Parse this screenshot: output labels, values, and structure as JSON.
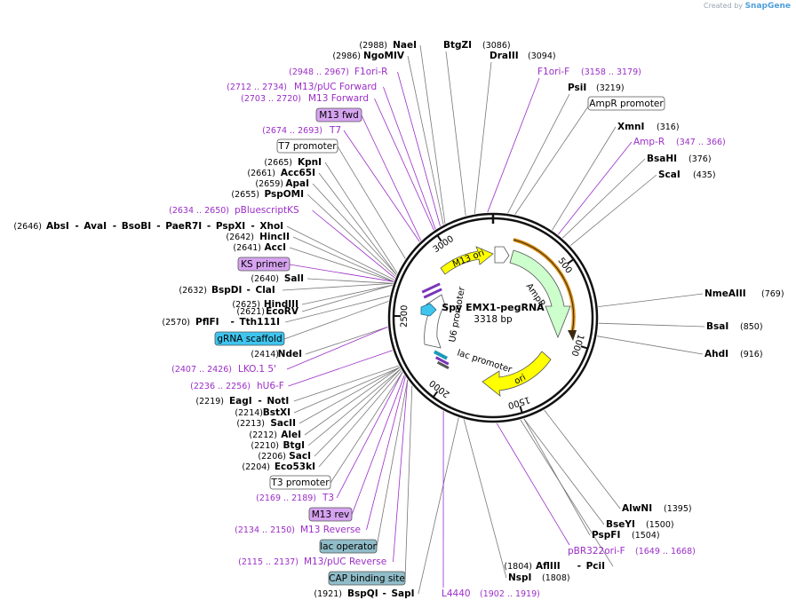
{
  "brand": {
    "prefix": "Created by",
    "name": "SnapGene"
  },
  "plasmid": {
    "name": "Spy EMX1-pegRNA",
    "length": "3318 bp"
  },
  "ticks": [
    {
      "label": "500",
      "angle": 54
    },
    {
      "label": "1000",
      "angle": 108
    },
    {
      "label": "1500",
      "angle": 163
    },
    {
      "label": "2000",
      "angle": 217
    },
    {
      "label": "2500",
      "angle": 271
    },
    {
      "label": "3000",
      "angle": 326
    }
  ],
  "features_on_map": {
    "m13_ori": "M13 ori",
    "ampr": "AmpR",
    "ori": "ori",
    "u6": "U6 promoter",
    "lac": "lac promoter"
  },
  "left_labels": [
    {
      "pos": "(2988)",
      "name": "NaeI",
      "sep": ""
    },
    {
      "pos": "(2986)",
      "name": "NgoMIV"
    },
    {
      "pos": "(2665)",
      "name": "KpnI"
    },
    {
      "pos": "(2661)",
      "name": "Acc65I"
    },
    {
      "pos": "(2659)",
      "name": "ApaI"
    },
    {
      "pos": "(2655)",
      "name": "PspOMI"
    },
    {
      "pos": "(2642)",
      "name": "HincII"
    },
    {
      "pos": "(2641)",
      "name": "AccI"
    },
    {
      "pos": "(2640)",
      "name": "SalI"
    },
    {
      "pos": "(2625)",
      "name": "HindIII"
    },
    {
      "pos": "(2621)",
      "name": "EcoRV"
    },
    {
      "pos": "(2414)",
      "name": "NdeI"
    },
    {
      "pos": "(2214)",
      "name": "BstXI"
    },
    {
      "pos": "(2213)",
      "name": "SacII"
    },
    {
      "pos": "(2212)",
      "name": "AleI"
    },
    {
      "pos": "(2210)",
      "name": "BtgI"
    },
    {
      "pos": "(2206)",
      "name": "SacI"
    },
    {
      "pos": "(2204)",
      "name": "Eco53kI"
    }
  ],
  "multi_sites": {
    "row_2646": {
      "pos": "(2646)",
      "names": [
        "AbsI",
        "AvaI",
        "BsoBI",
        "PaeR7I",
        "PspXI",
        "XhoI"
      ]
    },
    "row_2632": {
      "pos": "(2632)",
      "names": [
        "BspDI",
        "ClaI"
      ]
    },
    "row_2570": {
      "pos": "(2570)",
      "names": [
        "PflFI",
        "Tth111I"
      ]
    },
    "row_2219": {
      "pos": "(2219)",
      "names": [
        "EagI",
        "NotI"
      ]
    },
    "row_1921": {
      "pos": "(1921)",
      "names": [
        "BspQI",
        "SapI"
      ]
    },
    "row_1804": {
      "pos": "(1804)",
      "names": [
        "AflIII",
        "PciI"
      ]
    }
  },
  "left_features": [
    {
      "pos": "(2948 .. 2967)",
      "name": "F1ori-R"
    },
    {
      "pos": "(2712 .. 2734)",
      "name": "M13/pUC Forward"
    },
    {
      "pos": "(2703 .. 2720)",
      "name": "M13 Forward"
    },
    {
      "pos": "(2674 .. 2693)",
      "name": "T7"
    },
    {
      "pos": "(2634 .. 2650)",
      "name": "pBluescriptKS"
    },
    {
      "pos": "(2407 .. 2426)",
      "name": "LKO.1 5'"
    },
    {
      "pos": "(2236 .. 2256)",
      "name": "hU6-F"
    },
    {
      "pos": "(2169 .. 2189)",
      "name": "T3"
    },
    {
      "pos": "(2134 .. 2150)",
      "name": "M13 Reverse"
    },
    {
      "pos": "(2115 .. 2137)",
      "name": "M13/pUC Reverse"
    }
  ],
  "boxes": {
    "m13_fwd": "M13 fwd",
    "t7_promoter": "T7 promoter",
    "ks_primer": "KS primer",
    "grna_scaffold": "gRNA scaffold",
    "t3_promoter": "T3 promoter",
    "m13_rev": "M13 rev",
    "lac_operator": "lac operator",
    "cap_site": "CAP binding site",
    "ampr_promoter": "AmpR promoter"
  },
  "top_labels": {
    "btgzi": {
      "name": "BtgZI",
      "pos": "(3086)"
    },
    "draiii": {
      "name": "DraIII",
      "pos": "(3094)"
    },
    "f1ori_f": {
      "name": "F1ori-F",
      "pos": "(3158 .. 3179)"
    },
    "psii": {
      "name": "PsiI",
      "pos": "(3219)"
    }
  },
  "right_labels": [
    {
      "name": "XmnI",
      "pos": "(316)"
    },
    {
      "name": "BsaHI",
      "pos": "(376)"
    },
    {
      "name": "ScaI",
      "pos": "(435)"
    },
    {
      "name": "NmeAIII",
      "pos": "(769)"
    },
    {
      "name": "BsaI",
      "pos": "(850)"
    },
    {
      "name": "AhdI",
      "pos": "(916)"
    },
    {
      "name": "AlwNI",
      "pos": "(1395)"
    },
    {
      "name": "BseYI",
      "pos": "(1500)"
    },
    {
      "name": "PspFI",
      "pos": "(1504)"
    },
    {
      "name": "NspI",
      "pos": "(1808)"
    }
  ],
  "right_features": {
    "amp_r": {
      "name": "Amp-R",
      "pos": "(347 .. 366)"
    },
    "pbr322": {
      "name": "pBR322ori-F",
      "pos": "(1649 .. 1668)"
    },
    "l4440": {
      "name": "L4440",
      "pos": "(1902 .. 1919)"
    }
  },
  "colors": {
    "enzyme": "#000000",
    "primer": "#9b2dc7",
    "m13_fwd_box": "#d6a3f0",
    "grna_box": "#3fc4ee",
    "lac_op_box": "#8fbcc8",
    "yellow": "#ffff00",
    "ampr_fill": "#ccffcc",
    "ampr_orange": "#d98f14"
  }
}
